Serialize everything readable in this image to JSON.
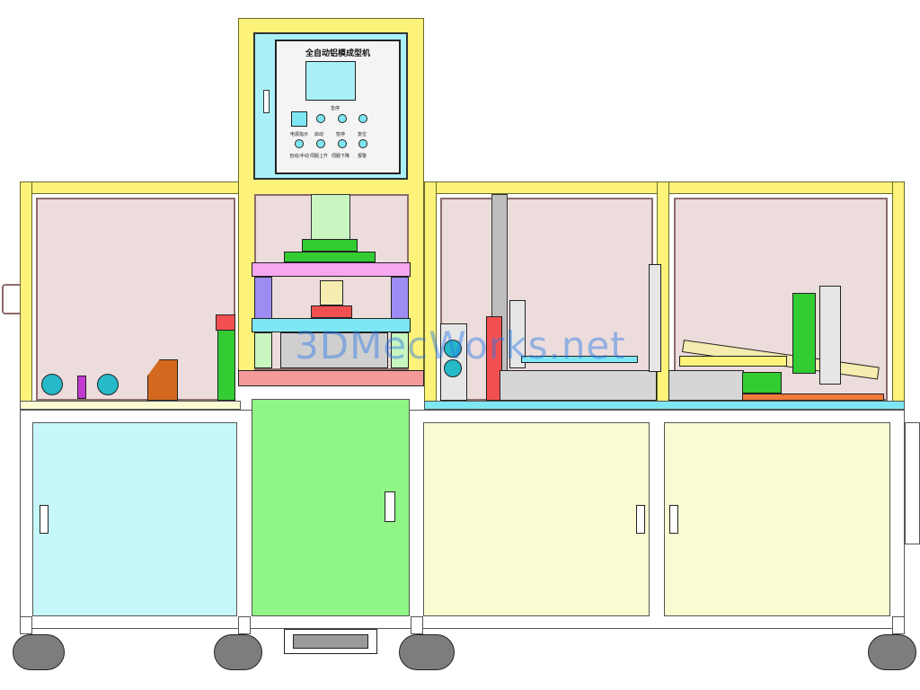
{
  "machine": {
    "control_panel": {
      "title": "全自动铝模成型机",
      "label_rows": [
        [
          "急停"
        ],
        [
          "电源指示",
          "启动",
          "暂停",
          "复位"
        ],
        [
          "自动/手动",
          "伺服上升",
          "伺服下降",
          "报警"
        ]
      ]
    },
    "watermark": "3DMecWorks.net"
  },
  "colors": {
    "frame": "#fdf27a",
    "glass": "#ecdcdc",
    "left_cabinet": "#c6f7fb",
    "center_cabinet": "#8ff584",
    "right_cabinet": "#fbfbd2",
    "control_box": "#a9f0f7",
    "press_plate": "#f7a6f0",
    "table": "#7fe7f3",
    "base_plate": "#f49a9a"
  },
  "icons": [
    "caster-wheel-icon",
    "cabinet-handle-icon",
    "emergency-stop-icon"
  ]
}
